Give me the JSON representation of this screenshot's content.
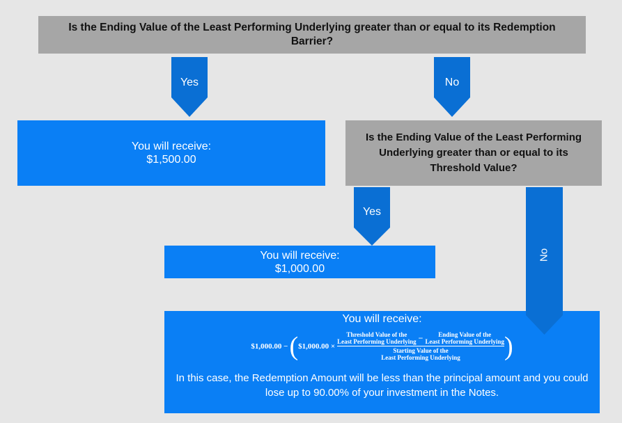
{
  "q1": {
    "text": "Is the Ending Value of the Least Performing Underlying greater than or equal to its Redemption Barrier?"
  },
  "q2": {
    "text": "Is the Ending Value of the Least Performing Underlying greater than or equal to its Threshold Value?"
  },
  "arrows": {
    "yes1": "Yes",
    "no1": "No",
    "yes2": "Yes",
    "no2": "No"
  },
  "outcome1": {
    "line1": "You will receive:",
    "line2": "$1,500.00"
  },
  "outcome2": {
    "line1": "You will receive:",
    "line2": "$1,000.00"
  },
  "outcome3": {
    "header": "You will receive:",
    "formula": {
      "lead": "$1,000.00 −",
      "inner": "$1,000.00 ×",
      "num_a_1": "Threshold Value of the",
      "num_a_2": "Least Performing Underlying",
      "minus": "−",
      "num_b_1": "Ending Value of the",
      "num_b_2": "Least Performing Underlying",
      "den_1": "Starting Value of the",
      "den_2": "Least Performing Underlying"
    },
    "note": "In this case, the Redemption Amount will be less than the principal amount and you could lose up to 90.00% of your investment in the Notes."
  },
  "colors": {
    "gray_box": "#a6a6a6",
    "blue_box": "#0a7ff5",
    "arrow": "#0a6fd4",
    "background": "#e6e6e6"
  }
}
